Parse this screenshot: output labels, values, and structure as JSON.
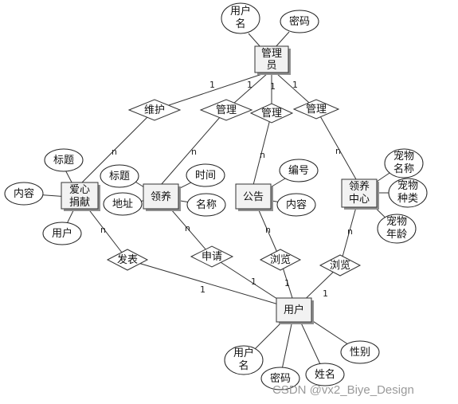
{
  "entities": {
    "admin": "管理员",
    "donation": "爱心捐献",
    "adoption": "领养",
    "notice": "公告",
    "center": "领养中心",
    "user": "用户"
  },
  "relationships": {
    "maintain": "维护",
    "manage1": "管理",
    "manage2": "管理",
    "manage3": "管理",
    "publish": "发表",
    "apply": "申请",
    "browse1": "浏览",
    "browse2": "浏览"
  },
  "attributes": {
    "admin_username": "用户名",
    "admin_password": "密码",
    "donation_title": "标题",
    "donation_content": "内容",
    "donation_user": "用户",
    "adoption_title": "标题",
    "adoption_address": "地址",
    "adoption_time": "时间",
    "adoption_name": "名称",
    "notice_number": "编号",
    "notice_content": "内容",
    "pet_name": "宠物名称",
    "pet_type": "宠物种类",
    "pet_age": "宠物年龄",
    "user_username": "用户名",
    "user_password": "密码",
    "user_realname": "姓名",
    "user_gender": "性别"
  },
  "cardinalities": {
    "admin_maintain": "1",
    "maintain_donation": "n",
    "admin_manage1": "1",
    "manage1_adoption": "n",
    "admin_manage2": "1",
    "manage2_notice": "n",
    "admin_manage3": "1",
    "manage3_center": "n",
    "donation_publish": "n",
    "publish_user": "1",
    "adoption_apply": "n",
    "apply_user": "1",
    "notice_browse1": "n",
    "browse1_user": "1",
    "center_browse2": "n",
    "browse2_user": "1"
  },
  "watermark": "CSDN @vx2_Biye_Design"
}
